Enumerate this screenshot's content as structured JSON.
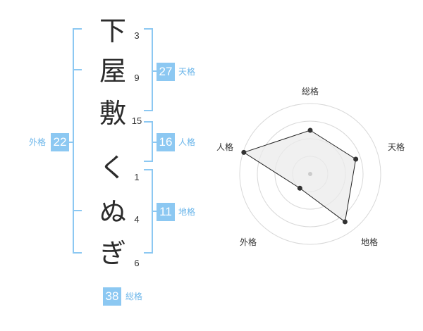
{
  "name_chars": [
    "下",
    "屋",
    "敷",
    "く",
    "ぬ",
    "ぎ"
  ],
  "stroke_counts": [
    "3",
    "9",
    "15",
    "1",
    "4",
    "6"
  ],
  "kaku": {
    "tenkaku": {
      "value": "27",
      "label": "天格"
    },
    "jinkaku": {
      "value": "16",
      "label": "人格"
    },
    "chikaku": {
      "value": "11",
      "label": "地格"
    },
    "gaikaku": {
      "value": "22",
      "label": "外格"
    },
    "soukaku": {
      "value": "38",
      "label": "総格"
    }
  },
  "chart_data": {
    "type": "radar",
    "axes": [
      "総格",
      "天格",
      "地格",
      "外格",
      "人格"
    ],
    "values": [
      0.62,
      0.68,
      0.84,
      0.25,
      0.99
    ],
    "max": 1,
    "rings": 4,
    "colors": {
      "fill": "#ebebeb",
      "line": "#222222",
      "ring": "#d8d8d8"
    }
  },
  "colors": {
    "accent": "#8cc8f2",
    "bracket": "#8cc8f2",
    "label": "#6cb6ea"
  }
}
